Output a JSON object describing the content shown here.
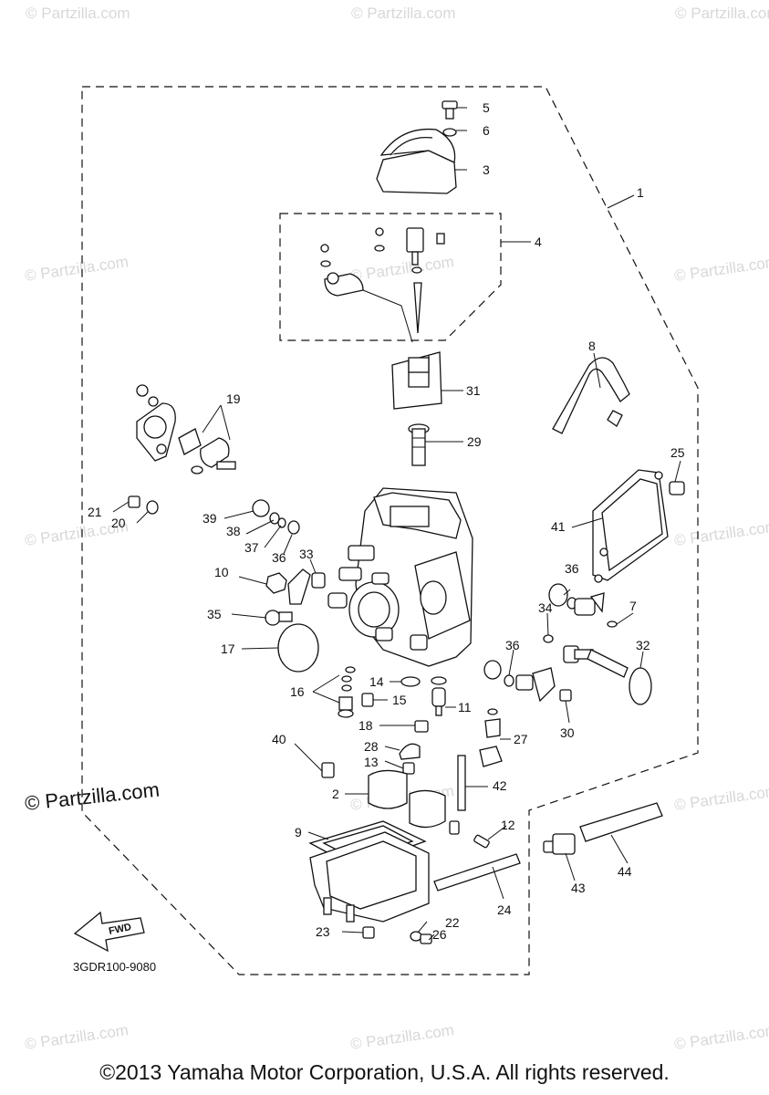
{
  "watermark": "© Partzilla.com",
  "brand_watermark": "© Partzilla.com",
  "diagram_code": "3GDR100-9080",
  "fwd_label": "FWD",
  "copyright": "©2013 Yamaha Motor Corporation, U.S.A. All rights reserved.",
  "callouts": {
    "n1": "1",
    "n2": "2",
    "n3": "3",
    "n4": "4",
    "n5": "5",
    "n6": "6",
    "n7": "7",
    "n8": "8",
    "n9": "9",
    "n10": "10",
    "n11": "11",
    "n12": "12",
    "n13": "13",
    "n14": "14",
    "n15": "15",
    "n16": "16",
    "n17": "17",
    "n18": "18",
    "n19": "19",
    "n20": "20",
    "n21": "21",
    "n22": "22",
    "n23": "23",
    "n24": "24",
    "n25": "25",
    "n26": "26",
    "n27": "27",
    "n28": "28",
    "n29": "29",
    "n30": "30",
    "n31": "31",
    "n32": "32",
    "n33": "33",
    "n34": "34",
    "n35": "35",
    "n36a": "36",
    "n36b": "36",
    "n36c": "36",
    "n37": "37",
    "n38": "38",
    "n39": "39",
    "n40": "40",
    "n41": "41",
    "n42": "42",
    "n43": "43",
    "n44": "44"
  }
}
